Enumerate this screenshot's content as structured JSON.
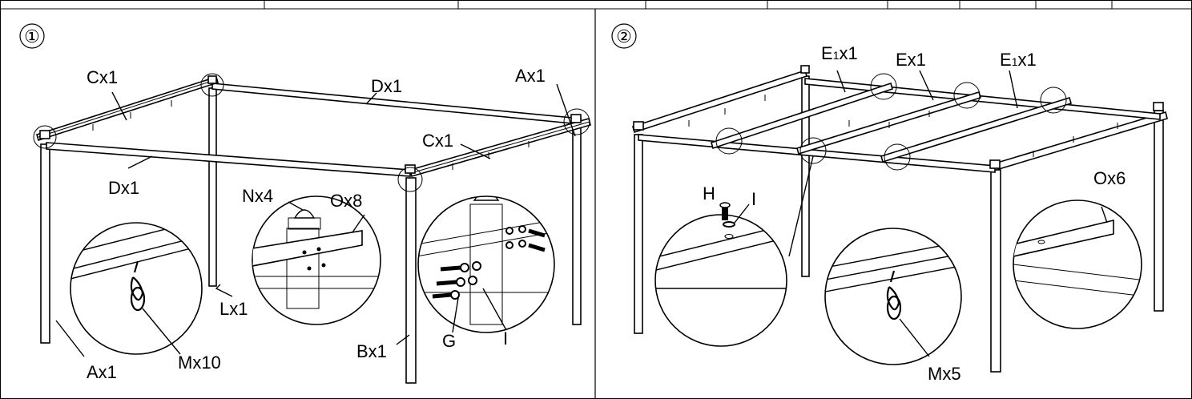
{
  "panels": [
    {
      "step": "①",
      "labels": {
        "c_top": "Cx1",
        "d_top": "Dx1",
        "a_right": "Ax1",
        "c_right": "Cx1",
        "d_front": "Dx1",
        "n": "Nx4",
        "o": "Ox8",
        "l": "Lx1",
        "a_left": "Ax1",
        "m": "Mx10",
        "b": "Bx1",
        "g": "G",
        "i": "I"
      }
    },
    {
      "step": "②",
      "labels": {
        "e1_left_main": "E",
        "e1_left_sub": "1",
        "e1_left_tail": "x1",
        "e_mid": "Ex1",
        "e1_right_main": "E",
        "e1_right_sub": "1",
        "e1_right_tail": "x1",
        "h": "H",
        "i": "I",
        "o": "Ox6",
        "m": "Mx5"
      }
    }
  ]
}
